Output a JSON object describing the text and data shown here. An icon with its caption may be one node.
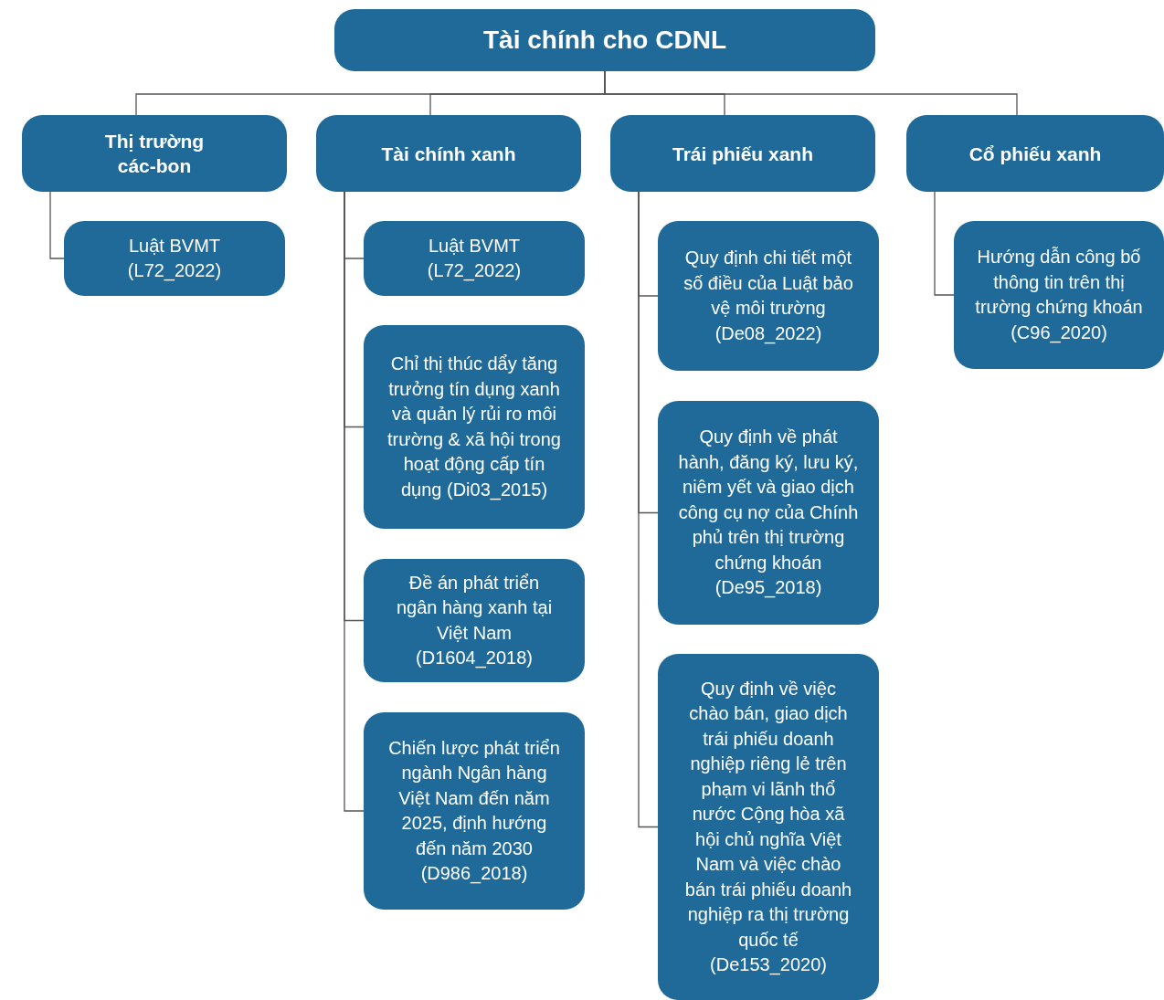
{
  "diagram": {
    "nodes": [
      {
        "text": [
          "Tài chính cho CDNL"
        ]
      },
      {
        "text": [
          "Thị trường các-bon"
        ]
      },
      {
        "text": [
          "Tài chính xanh"
        ]
      },
      {
        "text": [
          "Trái phiếu xanh"
        ]
      },
      {
        "text": [
          "Cổ phiếu xanh"
        ]
      },
      {
        "text": [
          "Luật BVMT (L72_2022)"
        ]
      },
      {
        "text": [
          "Luật BVMT (L72_2022)"
        ]
      },
      {
        "text": [
          "Chỉ thị thúc dẩy tăng trưởng tín dụng xanh và quản lý rủi ro môi trường & xã hội trong hoạt động cấp tín dụng (Di03_2015)"
        ]
      },
      {
        "text": [
          "Đề án phát triển ngân hàng xanh tại Việt Nam (D1604_2018)"
        ]
      },
      {
        "text": [
          "Chiến lược phát triển ngành Ngân hàng Việt Nam đến năm 2025, định hướng đến năm 2030 (D986_2018)"
        ]
      },
      {
        "text": [
          "Quy định chi tiết một số điều của Luật bảo vệ môi trường (De08_2022)"
        ]
      },
      {
        "text": [
          "Quy định về phát hành, đăng ký, lưu ký, niêm yết và giao dịch công cụ nợ của Chính phủ trên thị trường chứng khoán (De95_2018)"
        ]
      },
      {
        "text": [
          "Quy định về việc chào bán, giao dịch trái phiếu doanh nghiệp riêng lẻ trên phạm vi lãnh thổ nước Cộng hòa xã hội chủ nghĩa Việt Nam và việc chào bán trái phiếu doanh nghiệp ra thị trường quốc tế (De153_2020)"
        ]
      },
      {
        "text": [
          "Hướng dẫn công bố thông tin trên thị trường chứng khoán (C96_2020)"
        ]
      }
    ],
    "edges": [
      {
        "from": 0,
        "to": 1,
        "arrow": "none"
      },
      {
        "from": 0,
        "to": 2,
        "arrow": "none"
      },
      {
        "from": 0,
        "to": 3,
        "arrow": "none"
      },
      {
        "from": 0,
        "to": 4,
        "arrow": "none"
      },
      {
        "from": 1,
        "to": 5,
        "arrow": "none"
      },
      {
        "from": 2,
        "to": 6,
        "arrow": "none"
      },
      {
        "from": 2,
        "to": 7,
        "arrow": "none"
      },
      {
        "from": 2,
        "to": 8,
        "arrow": "none"
      },
      {
        "from": 2,
        "to": 9,
        "arrow": "none"
      },
      {
        "from": 3,
        "to": 10,
        "arrow": "none"
      },
      {
        "from": 3,
        "to": 11,
        "arrow": "none"
      },
      {
        "from": 3,
        "to": 12,
        "arrow": "none"
      },
      {
        "from": 4,
        "to": 13,
        "arrow": "none"
      }
    ]
  }
}
